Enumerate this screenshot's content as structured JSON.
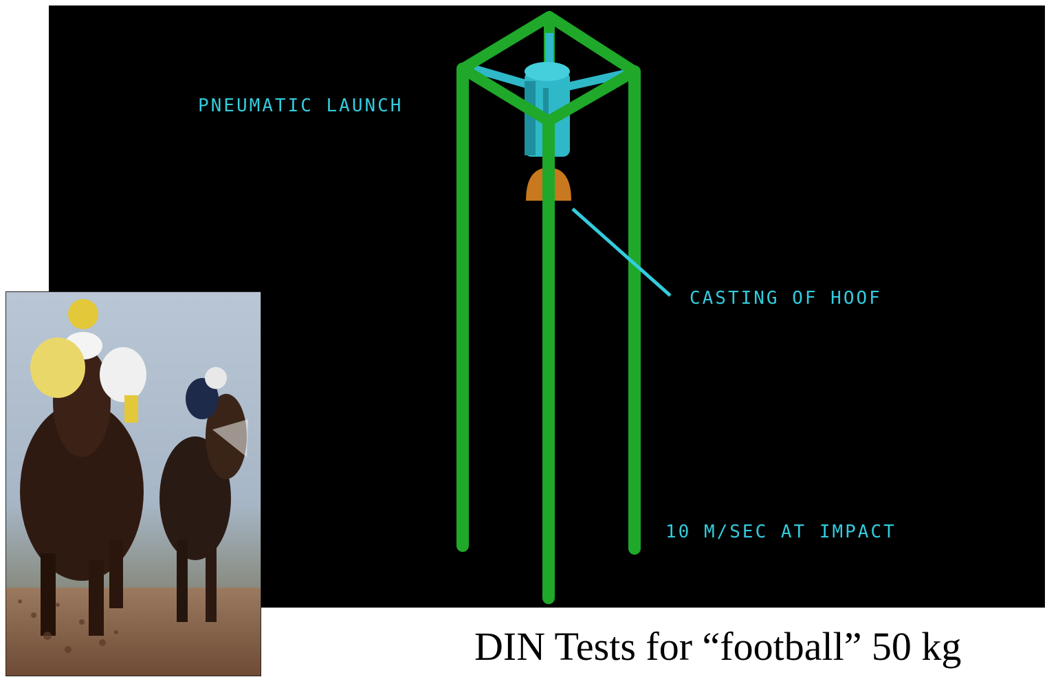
{
  "diagram": {
    "labels": {
      "pneumatic_launch": "PNEUMATIC LAUNCH",
      "casting_of_hoof": "CASTING OF HOOF",
      "impact_speed": "10 M/SEC AT IMPACT"
    },
    "colors": {
      "background": "#000000",
      "frame": "#1fa82a",
      "frame_light": "#2fc03a",
      "launcher": "#2fb8c8",
      "launcher_dark": "#1e8f9e",
      "hoof": "#c8781e",
      "label": "#33ccdd"
    }
  },
  "photo": {
    "subject": "racehorse-photo"
  },
  "caption": {
    "text": "DIN Tests for “football” 50 kg"
  }
}
